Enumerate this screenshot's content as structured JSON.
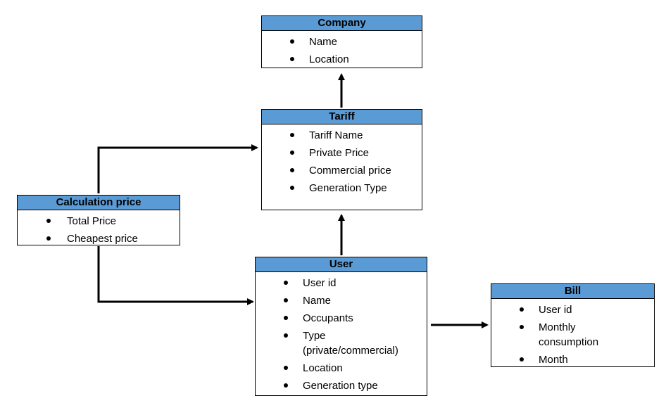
{
  "entities": {
    "company": {
      "title": "Company",
      "fields": [
        "Name",
        "Location"
      ]
    },
    "tariff": {
      "title": "Tariff",
      "fields": [
        "Tariff Name",
        "Private Price",
        "Commercial price",
        "Generation Type"
      ]
    },
    "calculation": {
      "title": "Calculation price",
      "fields": [
        "Total Price",
        "Cheapest price"
      ]
    },
    "user": {
      "title": "User",
      "fields": [
        "User id",
        "Name",
        "Occupants",
        "Type (private/commercial)",
        "Location",
        "Generation type"
      ]
    },
    "bill": {
      "title": "Bill",
      "fields": [
        "User id",
        "Monthly consumption",
        "Month"
      ]
    }
  },
  "colors": {
    "header_fill": "#5b9bd5",
    "border": "#000000",
    "arrow": "#000000"
  }
}
